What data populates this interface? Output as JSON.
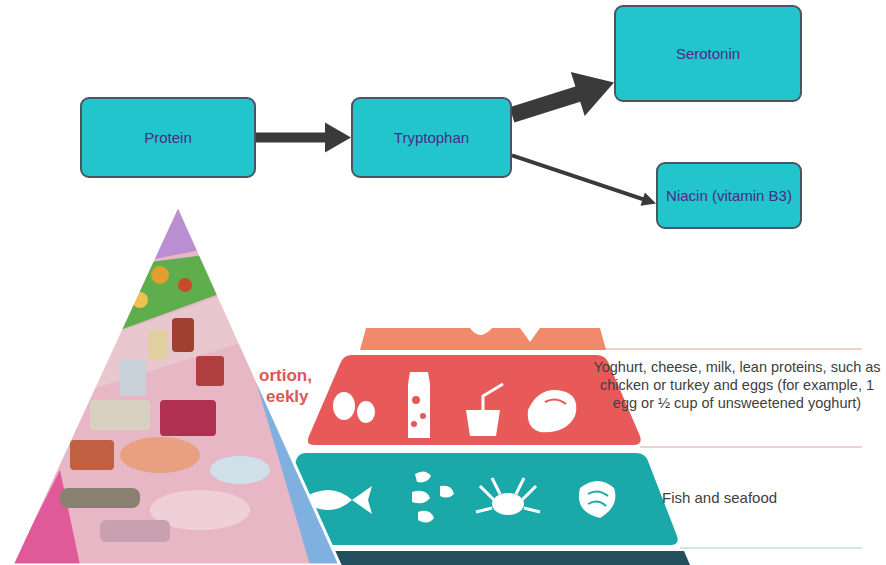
{
  "diagram": {
    "nodes": [
      {
        "text": [
          "Protein"
        ]
      },
      {
        "text": [
          "Tryptophan"
        ]
      },
      {
        "text": [
          "Serotonin"
        ]
      },
      {
        "text": [
          "Niacin (vitamin B3)"
        ]
      }
    ],
    "edges": [
      {
        "from": 0,
        "to": 1,
        "arrow": "to"
      },
      {
        "from": 1,
        "to": 2,
        "arrow": "to"
      },
      {
        "from": 1,
        "to": 3,
        "arrow": "to"
      }
    ],
    "labels": [
      "ortion,",
      "eekly",
      "Yoghurt, cheese, milk, lean proteins, such as chicken or turkey and eggs (for example, 1 egg or ½ cup of unsweetened yoghurt)",
      "Fish and seafood"
    ]
  }
}
